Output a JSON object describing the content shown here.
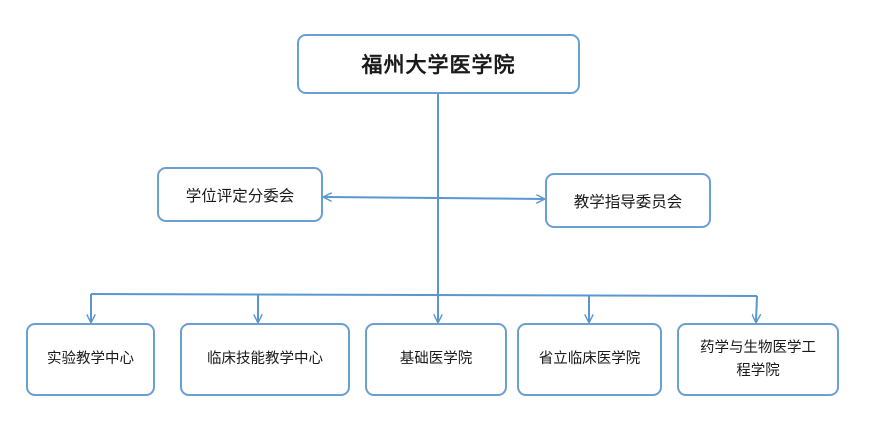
{
  "diagram": {
    "type": "organization-chart",
    "root": {
      "label": "福州大学医学院"
    },
    "committees": [
      {
        "label": "学位评定分委会"
      },
      {
        "label": "教学指导委员会"
      }
    ],
    "units": [
      {
        "label": "实验教学中心"
      },
      {
        "label": "临床技能教学中心"
      },
      {
        "label": "基础医学院"
      },
      {
        "label": "省立临床医学院"
      },
      {
        "label": "药学与生物医学工程学院"
      }
    ],
    "edges": [
      {
        "from": "福州大学医学院",
        "to": "实验教学中心"
      },
      {
        "from": "福州大学医学院",
        "to": "临床技能教学中心"
      },
      {
        "from": "福州大学医学院",
        "to": "基础医学院"
      },
      {
        "from": "福州大学医学院",
        "to": "省立临床医学院"
      },
      {
        "from": "福州大学医学院",
        "to": "药学与生物医学工程学院"
      },
      {
        "from": "福州大学医学院",
        "to": "学位评定分委会",
        "style": "bidirectional"
      },
      {
        "from": "福州大学医学院",
        "to": "教学指导委员会",
        "style": "bidirectional"
      }
    ],
    "colors": {
      "box_border": "#6a9fd4",
      "connector": "#5b96cf",
      "text": "#1a1a1a",
      "background": "#ffffff"
    }
  }
}
